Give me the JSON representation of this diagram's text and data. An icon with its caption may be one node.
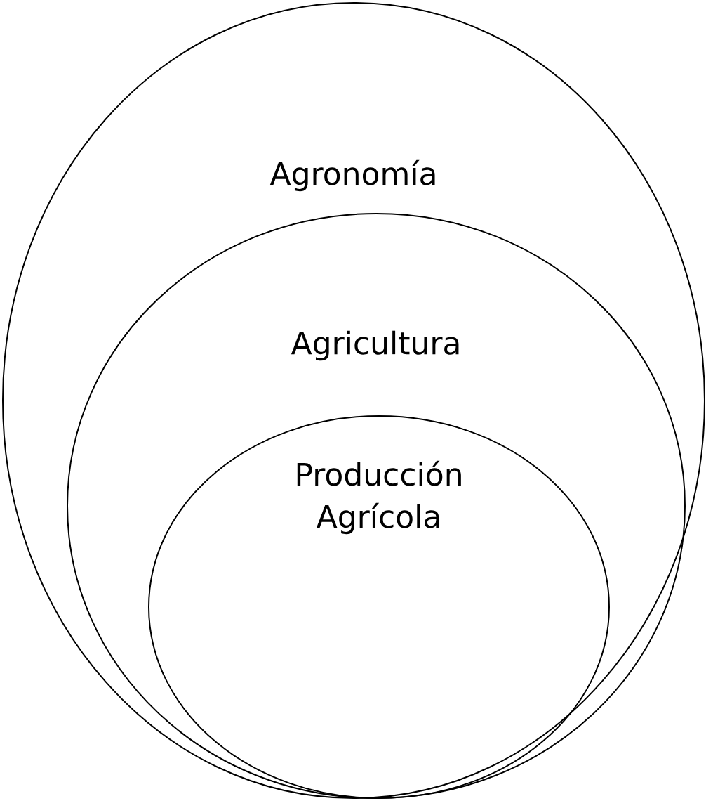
{
  "diagram": {
    "nodes": [
      {
        "text": [
          "Agronomía"
        ]
      },
      {
        "text": [
          "Agricultura"
        ],
        "in": 0
      },
      {
        "text": [
          "Producción Agrícola"
        ],
        "in": 1
      }
    ]
  }
}
